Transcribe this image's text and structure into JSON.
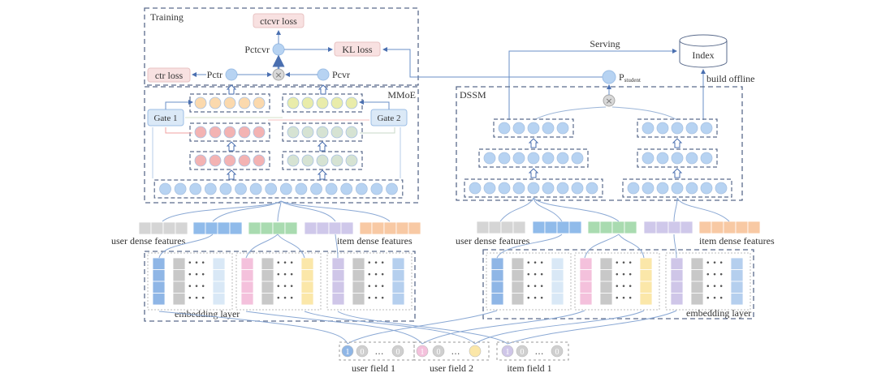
{
  "left": {
    "training_label": "Training",
    "mmoe_label": "MMoE",
    "ctcvr_loss": "ctcvr loss",
    "kl_loss": "KL loss",
    "ctr_loss": "ctr loss",
    "pctcvr": "Pctcvr",
    "pctr": "Pctr",
    "pcvr": "Pcvr",
    "gate1": "Gate 1",
    "gate2": "Gate 2",
    "user_dense": "user dense features",
    "item_dense": "item dense features",
    "embedding": "embedding layer"
  },
  "right": {
    "dssm_label": "DSSM",
    "serving": "Serving",
    "index": "Index",
    "build_offline": "build offline",
    "p_student": "P",
    "p_student_sub": "student",
    "user_dense": "user dense features",
    "item_dense": "item dense features",
    "embedding": "embedding layer"
  },
  "inputs": {
    "user_field_1": "user field 1",
    "user_field_2": "user field 2",
    "item_field_1": "item field 1",
    "one": "1",
    "zero": "0",
    "ellipsis": "…"
  },
  "colors": {
    "line": "#6a8fc7",
    "dash": "#5a6b8c",
    "node_blue": "#b7d3f2",
    "node_orange": "#fbd9ad",
    "node_red": "#f3b3b3",
    "node_yellow": "#e9ecaa",
    "node_green": "#d6e3d3",
    "loss_bg": "#f8e1e1",
    "gate_bg": "#dbe9f7",
    "gray": "#c8c8c8",
    "emb_blue": "#8fb6e6",
    "emb_pink": "#f4c1dc",
    "emb_yellow": "#fbe7a9",
    "emb_purple": "#cfc6e8",
    "emb_lightblue": "#d9e8f6",
    "emb_midblue": "#b5cfee",
    "dense_gray": "#d5d5d5",
    "dense_blue": "#90bbea",
    "dense_green": "#a9dbb0",
    "dense_purple": "#cfc8ea",
    "dense_orange": "#f8c9a4"
  }
}
